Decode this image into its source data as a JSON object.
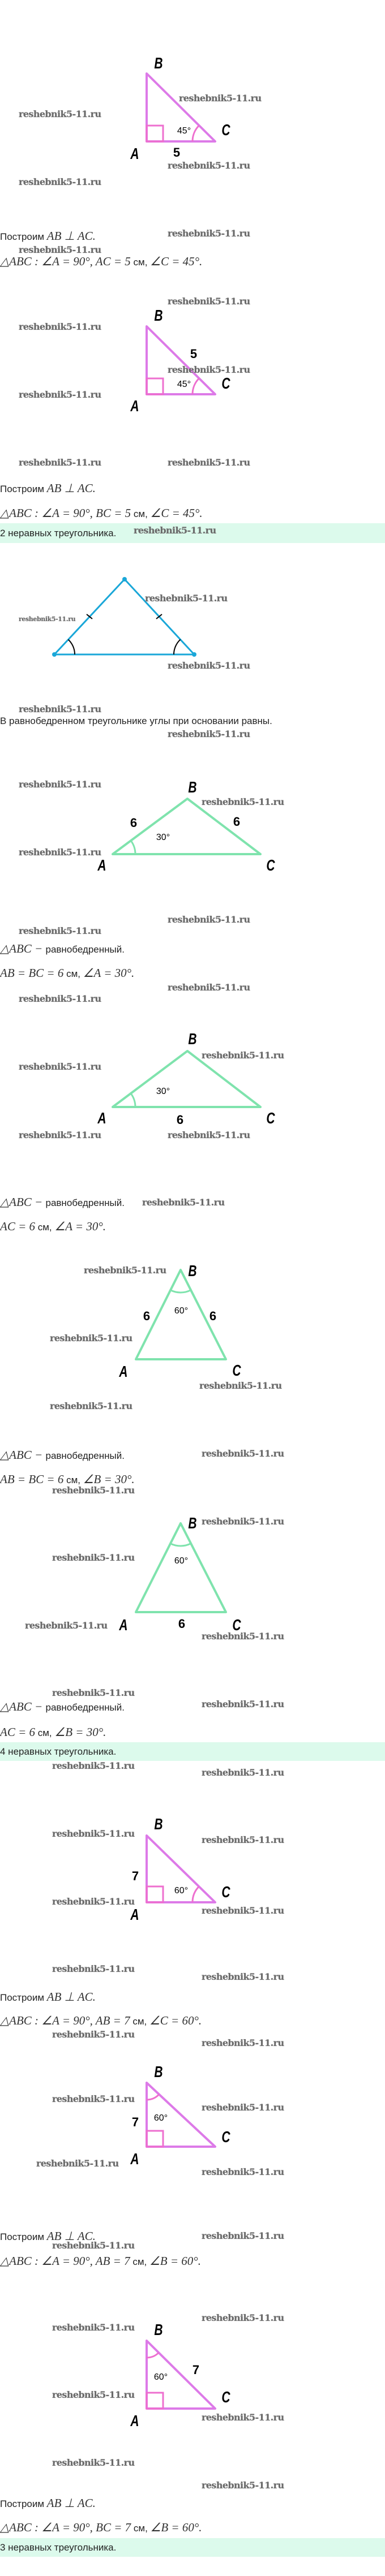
{
  "watermark": "reshebnik5-11.ru",
  "colors": {
    "right_triangle": "#dd7ae8",
    "right_angle_mark": "#ee6fcf",
    "isosceles_blue": "#1aa7d8",
    "isosceles_green": "#7fe3ad",
    "answer_band": "#dcfaec"
  },
  "lines": [
    [
      {
        "text": "Построим ",
        "math": false
      },
      {
        "text": "AB ⊥ AC.",
        "math": true
      }
    ],
    [
      {
        "text": "△ABC :  ∠A = 90°,  AC = 5",
        "math": true
      },
      {
        "text": " см, ",
        "math": false
      },
      {
        "text": "∠C = 45°.",
        "math": true
      }
    ],
    [
      {
        "text": "Построим ",
        "math": false
      },
      {
        "text": "AB ⊥ AC.",
        "math": true
      }
    ],
    [
      {
        "text": "△ABC :  ∠A = 90°,  BC = 5",
        "math": true
      },
      {
        "text": " см, ",
        "math": false
      },
      {
        "text": "∠C = 45°.",
        "math": true
      }
    ],
    [
      {
        "text": "В равнобедренном треугольнике углы при основании равны.",
        "math": false
      }
    ],
    [
      {
        "text": "△ABC − ",
        "math": true
      },
      {
        "text": "равнобедренный.",
        "math": false
      }
    ],
    [
      {
        "text": "AB = BC = 6",
        "math": true
      },
      {
        "text": " см, ",
        "math": false
      },
      {
        "text": "∠A = 30°.",
        "math": true
      }
    ],
    [
      {
        "text": "△ABC − ",
        "math": true
      },
      {
        "text": "равнобедренный.",
        "math": false
      }
    ],
    [
      {
        "text": "AC = 6",
        "math": true
      },
      {
        "text": " см, ",
        "math": false
      },
      {
        "text": "∠A = 30°.",
        "math": true
      }
    ],
    [
      {
        "text": "△ABC − ",
        "math": true
      },
      {
        "text": "равнобедренный.",
        "math": false
      }
    ],
    [
      {
        "text": "AB = BC = 6",
        "math": true
      },
      {
        "text": " см, ",
        "math": false
      },
      {
        "text": "∠B = 30°.",
        "math": true
      }
    ],
    [
      {
        "text": "△ABC − ",
        "math": true
      },
      {
        "text": "равнобедренный.",
        "math": false
      }
    ],
    [
      {
        "text": "AC = 6",
        "math": true
      },
      {
        "text": " см, ",
        "math": false
      },
      {
        "text": "∠B = 30°.",
        "math": true
      }
    ],
    [
      {
        "text": "Построим ",
        "math": false
      },
      {
        "text": "AB ⊥ AC.",
        "math": true
      }
    ],
    [
      {
        "text": "△ABC :  ∠A = 90°,  AB = 7",
        "math": true
      },
      {
        "text": " см, ",
        "math": false
      },
      {
        "text": "∠C = 60°.",
        "math": true
      }
    ],
    [
      {
        "text": "Построим ",
        "math": false
      },
      {
        "text": "AB ⊥ AC.",
        "math": true
      }
    ],
    [
      {
        "text": "△ABC :  ∠A = 90°,  AB = 7",
        "math": true
      },
      {
        "text": " см, ",
        "math": false
      },
      {
        "text": "∠B = 60°.",
        "math": true
      }
    ],
    [
      {
        "text": "Построим ",
        "math": false
      },
      {
        "text": "AB ⊥ AC.",
        "math": true
      }
    ],
    [
      {
        "text": "△ABC :  ∠A = 90°,  BC = 7",
        "math": true
      },
      {
        "text": " см, ",
        "math": false
      },
      {
        "text": "∠B = 60°.",
        "math": true
      }
    ]
  ],
  "bands": [
    "2 неравных треугольника.",
    "4 неравных треугольника.",
    "3 неравных треугольника."
  ],
  "figures": [
    {
      "vertices": [
        "B",
        "A",
        "C"
      ],
      "sides": [
        "5"
      ],
      "angle": "45°"
    },
    {
      "vertices": [
        "B",
        "A",
        "C"
      ],
      "sides": [
        "5"
      ],
      "angle": "45°"
    },
    {
      "vertices": [],
      "sides": [],
      "angle": ""
    },
    {
      "vertices": [
        "B",
        "A",
        "C"
      ],
      "sides": [
        "6",
        "6"
      ],
      "angle": "30°"
    },
    {
      "vertices": [
        "B",
        "A",
        "C"
      ],
      "sides": [
        "6"
      ],
      "angle": "30°"
    },
    {
      "vertices": [
        "B",
        "A",
        "C"
      ],
      "sides": [
        "6",
        "6"
      ],
      "angle": "60°"
    },
    {
      "vertices": [
        "B",
        "A",
        "C"
      ],
      "sides": [
        "6"
      ],
      "angle": "60°"
    },
    {
      "vertices": [
        "B",
        "A",
        "C"
      ],
      "sides": [
        "7"
      ],
      "angle": "60°"
    },
    {
      "vertices": [
        "B",
        "A",
        "C"
      ],
      "sides": [
        "7"
      ],
      "angle": "60°"
    },
    {
      "vertices": [
        "B",
        "A",
        "C"
      ],
      "sides": [
        "7"
      ],
      "angle": "60°"
    }
  ]
}
